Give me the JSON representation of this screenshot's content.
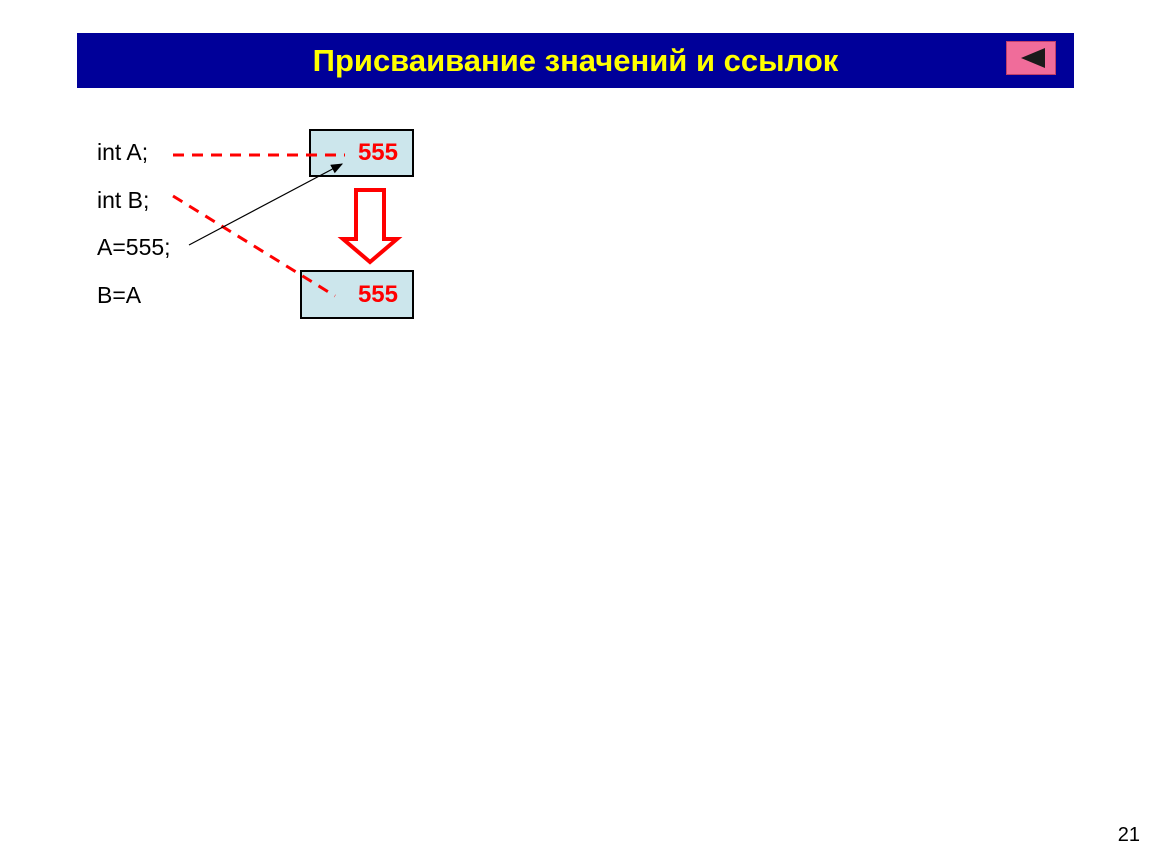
{
  "title": "Присваивание значений и ссылок",
  "nav": {
    "back_icon": "triangle-left-icon"
  },
  "code_lines": [
    "int A;",
    "int B;",
    "A=555;",
    "B=A"
  ],
  "cells": {
    "a": {
      "value": "555"
    },
    "b": {
      "value": "555"
    }
  },
  "slide_number": "21",
  "colors": {
    "title_background": "#000099",
    "title_text": "#ffff00",
    "reference_line": "#ff0000",
    "cell_fill": "#cce6ec",
    "value_text": "#ff0000",
    "back_button": "#f06c9a"
  }
}
